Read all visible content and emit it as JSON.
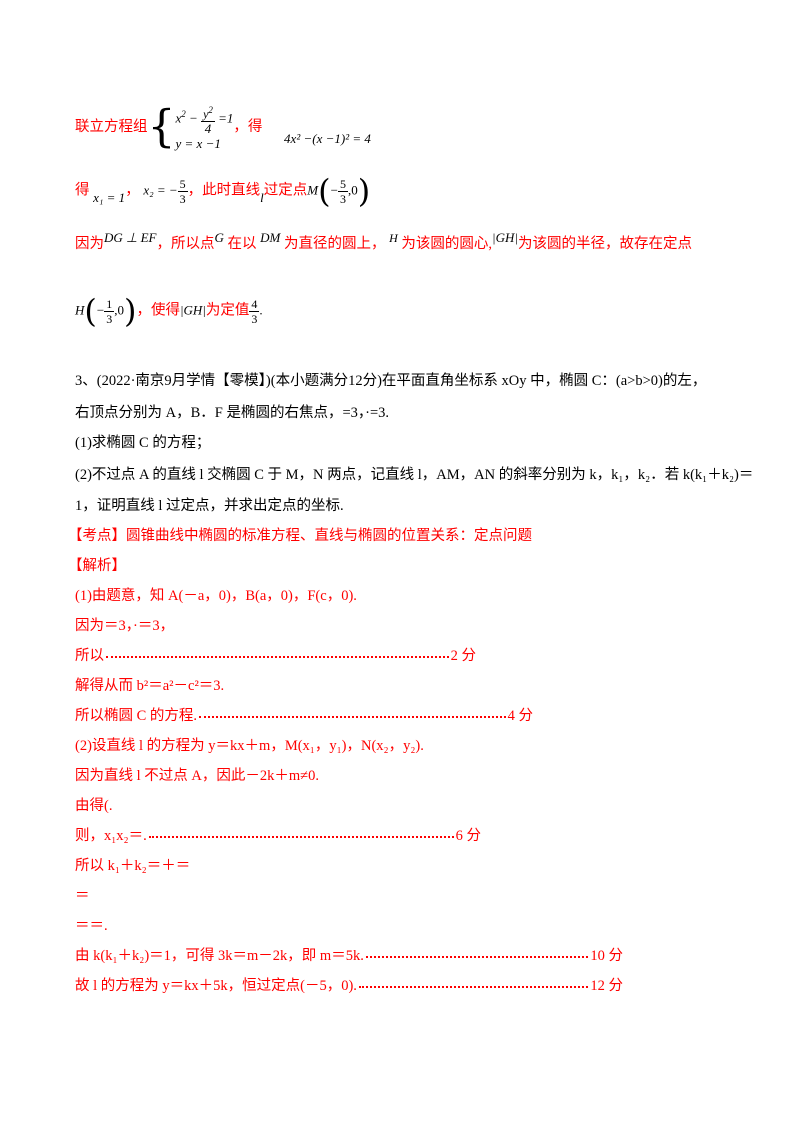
{
  "prev_solution": {
    "l1_text": "联立方程组",
    "sys_eq1_a": "x",
    "sys_eq1_b": "y",
    "sys_eq1_den": "4",
    "sys_eq1_rhs": "=1",
    "sys_eq2": "y = x −1",
    "l1_de": "，得",
    "l1_result": "4x² −(x −1)² = 4",
    "l2_de": "得",
    "l2_x1": "x₁ = 1",
    "l2_comma": "，",
    "l2_x2": "x₂ = −",
    "l2_x2_num": "5",
    "l2_x2_den": "3",
    "l2_mid": "，此时直线",
    "l2_l": "l",
    "l2_pass": "过定点",
    "l2_M": "M",
    "l2_M_num": "5",
    "l2_M_den": "3",
    "l2_M_tail": ",0",
    "l3_a": "因为",
    "l3_DG": "DG ⊥ EF",
    "l3_b": "，所以点",
    "l3_G": "G",
    "l3_c": "在以",
    "l3_DM": "DM",
    "l3_d": "为直径的圆上，",
    "l3_H": "H",
    "l3_e": "为该圆的圆心,",
    "l3_GH": "|GH|",
    "l3_f": "为该圆的半径，故存在定点",
    "l4_H": "H",
    "l4_num": "1",
    "l4_den": "3",
    "l4_tail": ",0",
    "l4_a": "，使得",
    "l4_GH": "|GH|",
    "l4_b": "为定值",
    "l4_val_num": "4",
    "l4_val_den": "3",
    "l4_end": "."
  },
  "problem": {
    "line1": "3、(2022·南京9月学情【零模】)(本小题满分12分)在平面直角坐标系 xOy 中，椭圆 C：(a>b>0)的左，",
    "line2": "右顶点分别为 A，B．F 是椭圆的右焦点，=3，·=3.",
    "part1": "(1)求椭圆 C 的方程；",
    "part2a": "(2)不过点 A 的直线 l 交椭圆 C 于 M，N 两点，记直线 l，AM，AN 的斜率分别为 k，k₁，k₂．若 k(k₁＋k₂)＝",
    "part2b": "1，证明直线 l 过定点，并求出定点的坐标."
  },
  "kaodian": "【考点】圆锥曲线中椭圆的标准方程、直线与椭圆的位置关系：定点问题",
  "jiexi": "【解析】",
  "solution": [
    {
      "text": "(1)由题意，知 A(－a，0)，B(a，0)，F(c，0)."
    },
    {
      "text": "因为＝3，·＝3，"
    },
    {
      "text": "所以",
      "score": "2 分"
    },
    {
      "text": "解得从而 b²＝a²－c²＝3."
    },
    {
      "text": "所以椭圆 C 的方程.",
      "score": "4 分"
    },
    {
      "text": "(2)设直线 l 的方程为 y＝kx＋m，M(x₁，y₁)，N(x₂，y₂)."
    },
    {
      "text": "因为直线 l 不过点 A，因此－2k＋m≠0."
    },
    {
      "text": "由得(."
    },
    {
      "text": "则，x₁x₂＝.",
      "score": "6 分"
    },
    {
      "text": "所以 k₁＋k₂＝＋＝"
    },
    {
      "text": "＝"
    },
    {
      "text": "＝＝."
    },
    {
      "text": "由 k(k₁＋k₂)＝1，可得 3k＝m－2k，即 m＝5k.",
      "score": "10 分"
    },
    {
      "text": "故 l 的方程为 y＝kx＋5k，恒过定点(－5，0).",
      "score": "12 分"
    }
  ],
  "colors": {
    "answer": "#ff0000",
    "text": "#000000"
  }
}
